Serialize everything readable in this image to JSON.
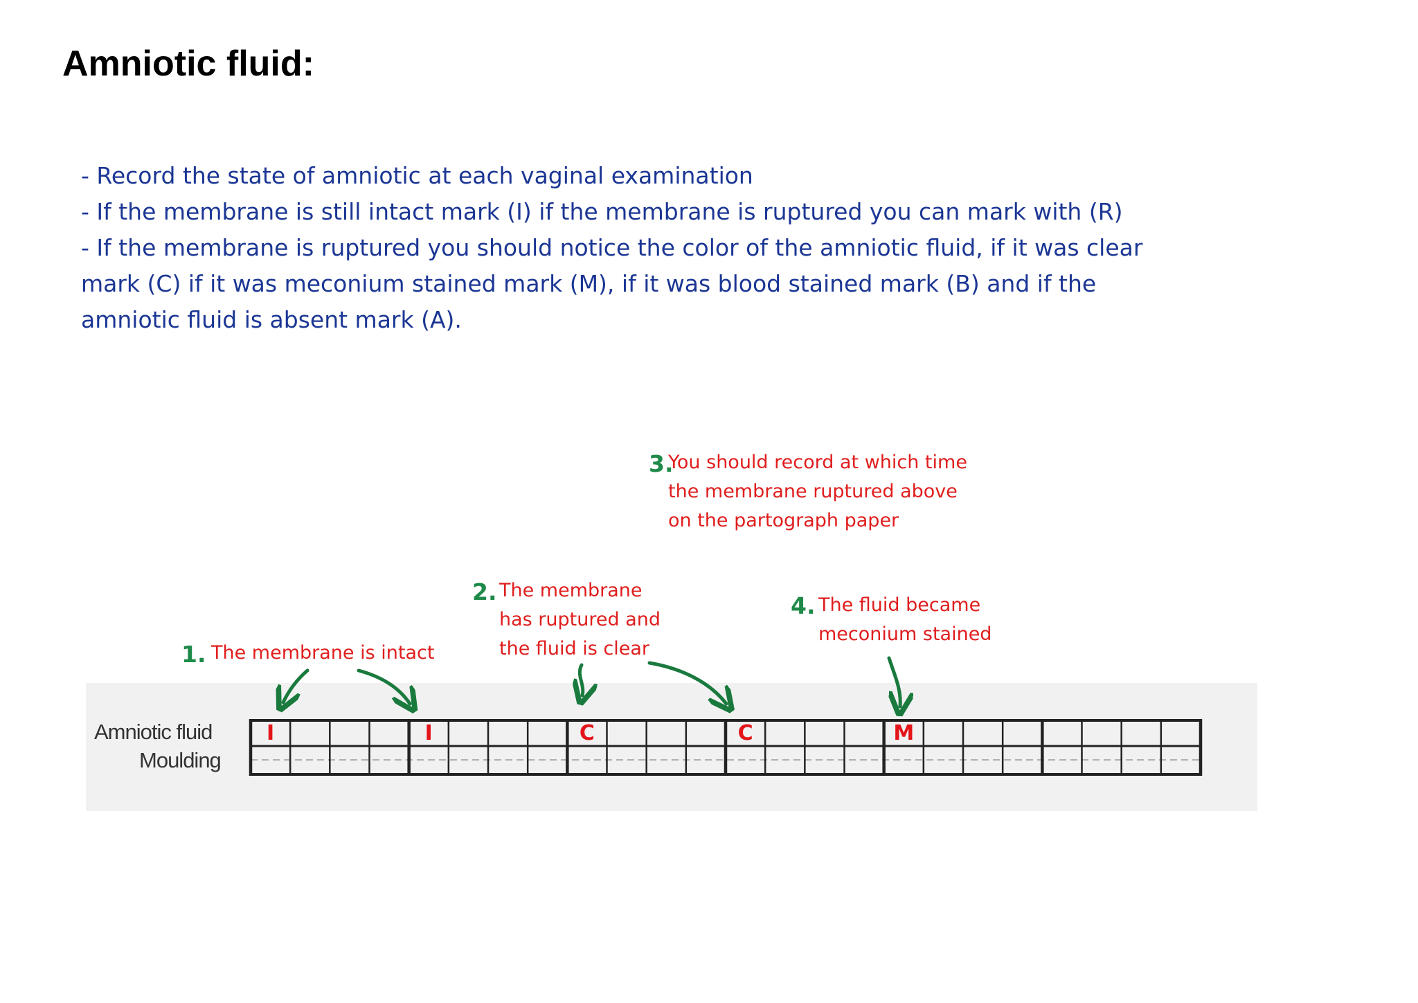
{
  "title": "Amniotic fluid:",
  "notes": [
    "- Record the state of amniotic at each vaginal examination",
    "- If the membrane is still intact mark (I) if the membrane is ruptured you can mark with (R)",
    "- If the membrane is ruptured you should notice the color of the amniotic fluid, if it was clear",
    "mark (C) if it was meconium stained mark (M), if it was blood stained mark (B) and if the",
    "amniotic fluid is absent mark (A)."
  ],
  "callouts": {
    "c1": {
      "num": "1.",
      "lines": [
        "The membrane is intact"
      ]
    },
    "c2": {
      "num": "2.",
      "lines": [
        "The membrane",
        "has ruptured and",
        "the fluid is clear"
      ]
    },
    "c3": {
      "num": "3.",
      "lines": [
        "You should record at which time",
        "the membrane ruptured above",
        "on the partograph paper"
      ]
    },
    "c4": {
      "num": "4.",
      "lines": [
        "The fluid became",
        "meconium stained"
      ]
    }
  },
  "chart": {
    "row_labels": [
      "Amniotic fluid",
      "Moulding"
    ],
    "column_count": 24,
    "marks": [
      {
        "col": 0,
        "text": "I"
      },
      {
        "col": 4,
        "text": "I"
      },
      {
        "col": 8,
        "text": "C"
      },
      {
        "col": 12,
        "text": "C"
      },
      {
        "col": 16,
        "text": "M"
      }
    ]
  },
  "colors": {
    "text_blue": "#1b3694",
    "annotation_red": "#e01e1e",
    "number_green": "#1e8a4a",
    "arrow_green": "#1a7a3e"
  }
}
